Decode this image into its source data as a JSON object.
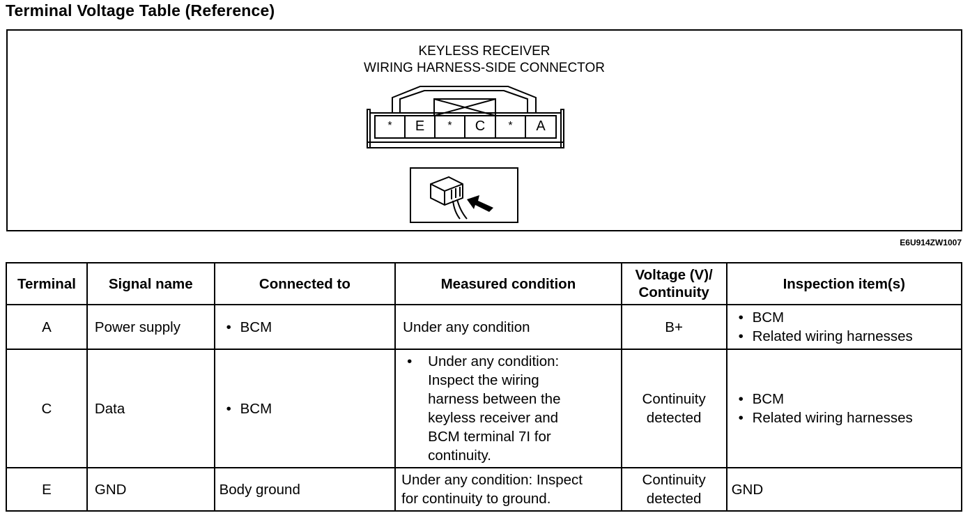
{
  "title": "Terminal Voltage Table (Reference)",
  "figure": {
    "caption_line1": "KEYLESS RECEIVER",
    "caption_line2": "WIRING HARNESS-SIDE CONNECTOR",
    "terminals": [
      "*",
      "E",
      "*",
      "C",
      "*",
      "A"
    ],
    "view_icon": "connector-view-arrow-icon",
    "figure_id": "E6U914ZW1007"
  },
  "table": {
    "headers": {
      "terminal": "Terminal",
      "signal_name": "Signal name",
      "connected_to": "Connected to",
      "measured_condition": "Measured condition",
      "voltage_l1": "Voltage (V)/",
      "voltage_l2": "Continuity",
      "inspection": "Inspection item(s)"
    },
    "rows": [
      {
        "terminal": "A",
        "signal_name": "Power supply",
        "connected_to": "BCM",
        "measured_condition": "Under any condition",
        "voltage": "B+",
        "inspection": [
          "BCM",
          "Related wiring harnesses"
        ]
      },
      {
        "terminal": "C",
        "signal_name": "Data",
        "connected_to": "BCM",
        "measured_condition": "Under any condition: Inspect the wiring harness between the keyless receiver and BCM terminal 7I for continuity.",
        "voltage_l1": "Continuity",
        "voltage_l2": "detected",
        "inspection": [
          "BCM",
          "Related wiring harnesses"
        ]
      },
      {
        "terminal": "E",
        "signal_name": "GND",
        "connected_to": "Body ground",
        "measured_condition_l1": "Under any condition: Inspect",
        "measured_condition_l2": "for continuity to ground.",
        "voltage_l1": "Continuity",
        "voltage_l2": "detected",
        "inspection": "GND"
      }
    ]
  }
}
